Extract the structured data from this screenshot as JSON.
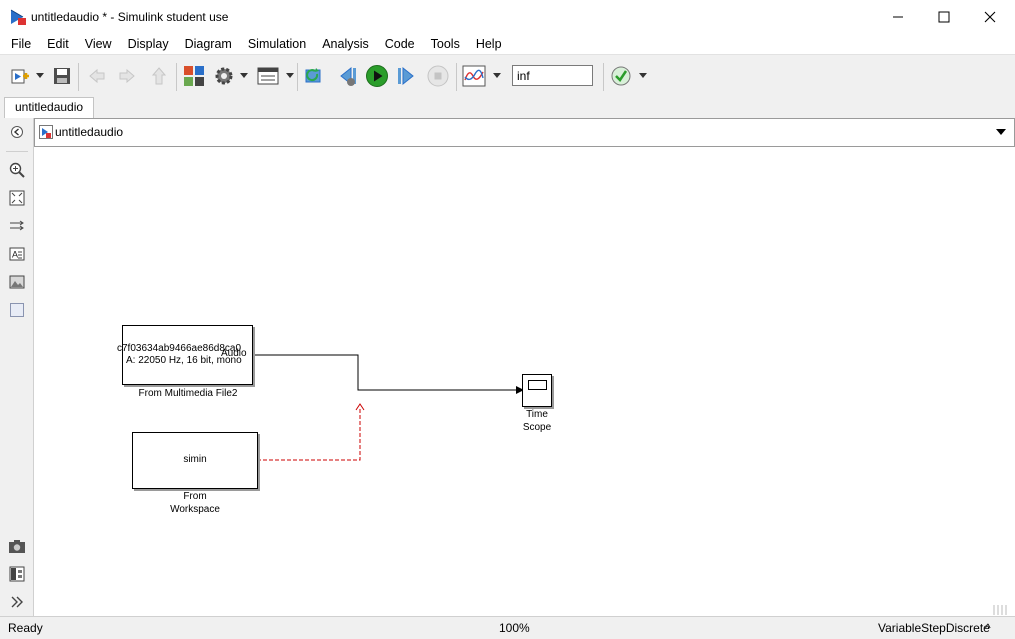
{
  "window": {
    "title": "untitledaudio * - Simulink student use"
  },
  "menu": [
    "File",
    "Edit",
    "View",
    "Display",
    "Diagram",
    "Simulation",
    "Analysis",
    "Code",
    "Tools",
    "Help"
  ],
  "toolbar": {
    "stop_time": "inf",
    "icons": [
      "new-model-icon",
      "save-icon",
      "back-icon",
      "forward-icon",
      "up-icon",
      "library-browser-icon",
      "model-settings-icon",
      "model-explorer-icon",
      "step-back-icon",
      "run-icon",
      "step-forward-icon",
      "stop-icon",
      "simulation-data-icon",
      "model-advisor-icon"
    ]
  },
  "tab": {
    "label": "untitledaudio"
  },
  "breadcrumb": {
    "label": "untitledaudio"
  },
  "blocks": {
    "multimedia": {
      "line1": "c7f03634ab9466ae86d8ca0",
      "line2": "A: 22050 Hz, 16 bit, mono",
      "port": "Audio",
      "label": "From Multimedia File2"
    },
    "workspace": {
      "text": "simin",
      "label_line1": "From",
      "label_line2": "Workspace"
    },
    "scope": {
      "label_line1": "Time",
      "label_line2": "Scope"
    }
  },
  "status": {
    "left": "Ready",
    "zoom": "100%",
    "solver": "VariableStepDiscrete"
  },
  "colors": {
    "run_green": "#2a9d2a",
    "signal_line": "#000000",
    "unconnected_line": "#cc0000",
    "play_blue": "#2a6fc9"
  }
}
